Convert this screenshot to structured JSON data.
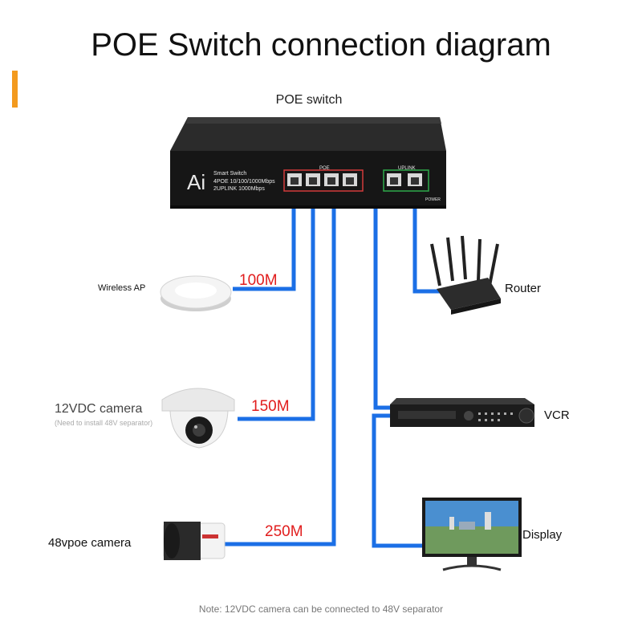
{
  "title": "POE Switch connection diagram",
  "switch": {
    "label": "POE switch",
    "brand": "Ai",
    "line1": "Smart Switch",
    "line2": "4POE 10/100/1000Mbps",
    "line3": "2UPLINK 1000Mbps",
    "poe_group": "POE",
    "uplink_group": "UPLINK",
    "power": "POWER"
  },
  "devices": {
    "wireless_ap": {
      "label": "Wireless AP",
      "speed": "100M"
    },
    "dc_camera": {
      "label": "12VDC camera",
      "sublabel": "(Need to install 48V separator)",
      "speed": "150M"
    },
    "poe_camera": {
      "label": "48vpoe camera",
      "speed": "250M"
    },
    "router": {
      "label": "Router"
    },
    "vcr": {
      "label": "VCR"
    },
    "display": {
      "label": "Display"
    }
  },
  "note": "Note: 12VDC camera can be connected to 48V separator",
  "colors": {
    "cable": "#1b6fe6",
    "speed": "#e11d1d",
    "accent": "#f39a1e",
    "poe_box": "#d23a3a",
    "uplink_box": "#2eaa4a"
  }
}
